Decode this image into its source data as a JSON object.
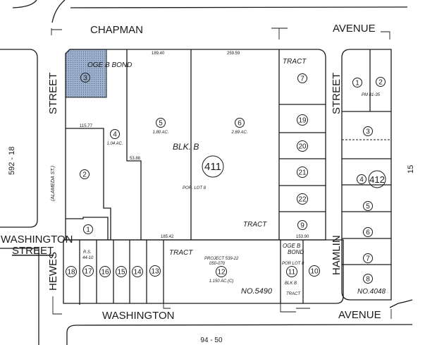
{
  "streets": {
    "chapman": "CHAPMAN",
    "avenue_top": "AVENUE",
    "street_left": "STREET",
    "street_right": "STREET",
    "washington_street_1": "WASHINGTON",
    "washington_street_2": "STREET",
    "hewes": "HEWES",
    "washington_bottom": "WASHINGTON",
    "hamlin": "HAMLIN",
    "avenue_bottom": "AVENUE",
    "alameda": "(ALAMEDA ST.)"
  },
  "page_refs": {
    "left": "592 - 18",
    "bottom": "94 - 50",
    "right": "15"
  },
  "blocks": [
    {
      "number": "411",
      "label": "BLK. B"
    },
    {
      "number": "412",
      "label": "PM 81-35"
    }
  ],
  "tract_labels": {
    "oge_bond_top": "OGE  B  BOND",
    "tract_top": "TRACT",
    "tract_mid": "TRACT",
    "tract_lower": "TRACT",
    "tract_no": "NO.5490",
    "oge_bond_lower_1": "OGE B",
    "oge_bond_lower_2": "BOND",
    "por_lot_8_lower": "POR LOT 8",
    "blk_b_lower": "BLK B",
    "tract_small": "TRACT",
    "por_lot_8": "POR. LOT 8",
    "rs": "R.S.",
    "rs_ref": "44-10",
    "project": "PROJECT 539-22",
    "project_ref": "050-070",
    "tract_4048": "NO.4048"
  },
  "parcels_411": [
    {
      "id": "3",
      "area": ""
    },
    {
      "id": "4",
      "area": "1.04 AC."
    },
    {
      "id": "5",
      "area": "1.80 AC."
    },
    {
      "id": "6",
      "area": "2.69 AC."
    },
    {
      "id": "2",
      "area": ""
    },
    {
      "id": "1",
      "area": ""
    },
    {
      "id": "7",
      "area": ""
    },
    {
      "id": "19",
      "area": ""
    },
    {
      "id": "20",
      "area": ""
    },
    {
      "id": "21",
      "area": ""
    },
    {
      "id": "22",
      "area": ""
    },
    {
      "id": "9",
      "area": ""
    },
    {
      "id": "18",
      "area": ""
    },
    {
      "id": "17",
      "area": ""
    },
    {
      "id": "16",
      "area": ""
    },
    {
      "id": "15",
      "area": ""
    },
    {
      "id": "14",
      "area": ""
    },
    {
      "id": "13",
      "area": ""
    },
    {
      "id": "12",
      "area": "1.150 AC.(C)"
    },
    {
      "id": "11",
      "area": ""
    },
    {
      "id": "10",
      "area": ""
    }
  ],
  "parcels_412": [
    "1",
    "2",
    "3",
    "4",
    "5",
    "6",
    "7",
    "8"
  ],
  "dimensions": [
    "189.40",
    "259.59",
    "115.77",
    "53.88",
    "185.42",
    "153.90"
  ],
  "highlight_color": "#8fa3c4"
}
